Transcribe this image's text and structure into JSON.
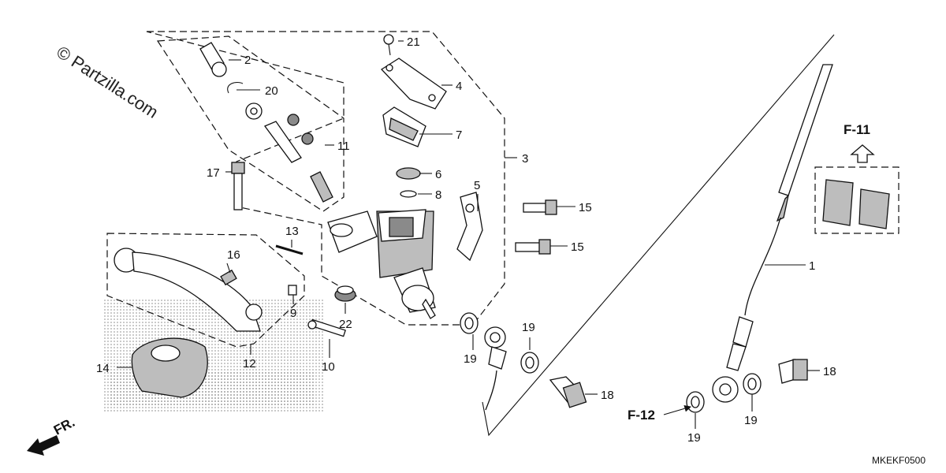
{
  "watermark": "© Partzilla.com",
  "diagram_code": "MKEKF0500",
  "direction_label": "FR.",
  "references": {
    "f11": "F-11",
    "f12": "F-12"
  },
  "callouts": {
    "c1": "1",
    "c2": "2",
    "c3": "3",
    "c4": "4",
    "c5": "5",
    "c6": "6",
    "c7": "7",
    "c8": "8",
    "c9": "9",
    "c10": "10",
    "c11": "11",
    "c12": "12",
    "c13": "13",
    "c14": "14",
    "c15a": "15",
    "c15b": "15",
    "c16": "16",
    "c17": "17",
    "c18a": "18",
    "c18b": "18",
    "c19a": "19",
    "c19b": "19",
    "c19c": "19",
    "c19d": "19",
    "c20": "20",
    "c21": "21",
    "c22": "22"
  }
}
